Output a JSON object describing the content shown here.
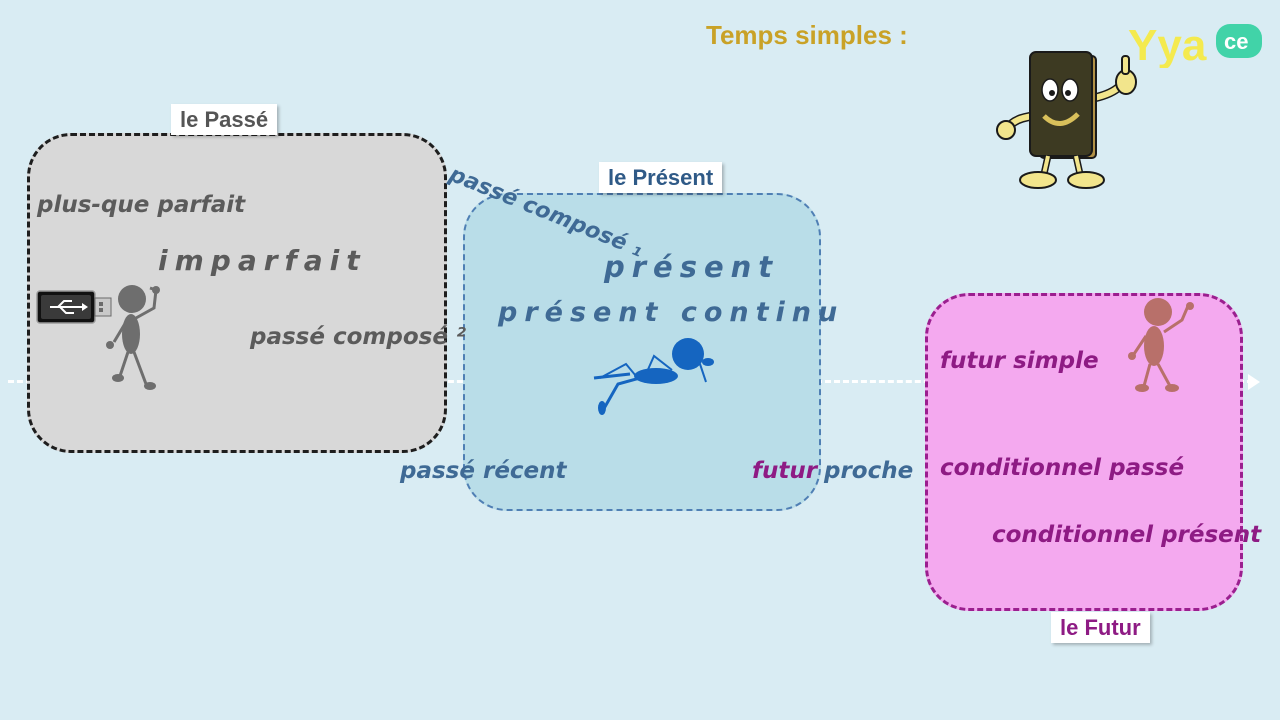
{
  "title": "Temps simples :",
  "brand": {
    "logo_text": "Yya",
    "logo_badge": "ce"
  },
  "zones": {
    "passe": {
      "label": "le Passé",
      "color": "#d8d8d8"
    },
    "present": {
      "label": "le Présent",
      "color": "#b9dde8"
    },
    "futur": {
      "label": "le Futur",
      "color": "#f4a9ef"
    }
  },
  "tenses": {
    "plus_que_parfait": "plus-que parfait",
    "imparfait": "imparfait",
    "passe_compose_2": "passé composé ²",
    "passe_compose_1": "passé composé ₁",
    "present": "présent",
    "present_continu": "présent continu",
    "passe_recent": "passé récent",
    "futur_proche_a": "futur",
    "futur_proche_b": "proche",
    "futur_simple": "futur simple",
    "conditionnel_passe": "conditionnel passé",
    "conditionnel_present": "conditionnel présent"
  },
  "icons": [
    "usb-icon",
    "stick-figure-past-icon",
    "stick-figure-lying-icon",
    "stick-figure-future-icon",
    "book-mascot-icon",
    "yyace-logo-icon"
  ]
}
